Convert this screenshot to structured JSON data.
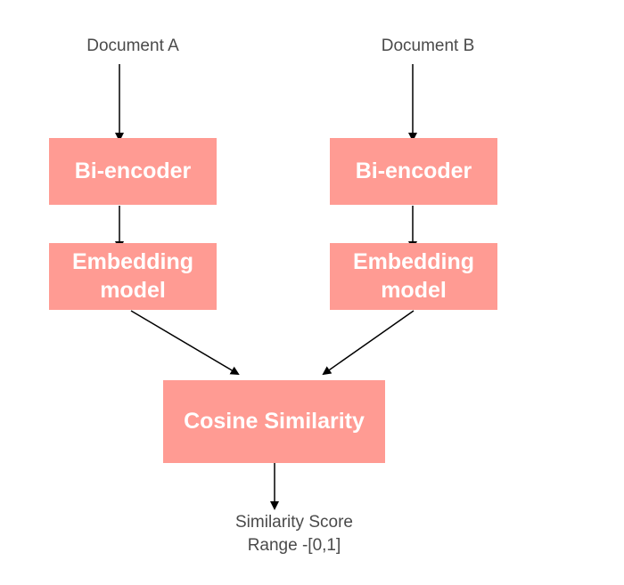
{
  "inputs": {
    "doc_a": "Document A",
    "doc_b": "Document B"
  },
  "left": {
    "encoder": "Bi-encoder",
    "embedding_line1": "Embedding",
    "embedding_line2": "model"
  },
  "right": {
    "encoder": "Bi-encoder",
    "embedding_line1": "Embedding",
    "embedding_line2": "model"
  },
  "merge": {
    "label": "Cosine Similarity"
  },
  "output": {
    "line1": "Similarity Score",
    "line2": "Range -[0,1]"
  },
  "colors": {
    "box_fill": "#ff9b93",
    "box_text": "#ffffff",
    "label_text": "#4a4a4a",
    "arrow": "#000000"
  }
}
